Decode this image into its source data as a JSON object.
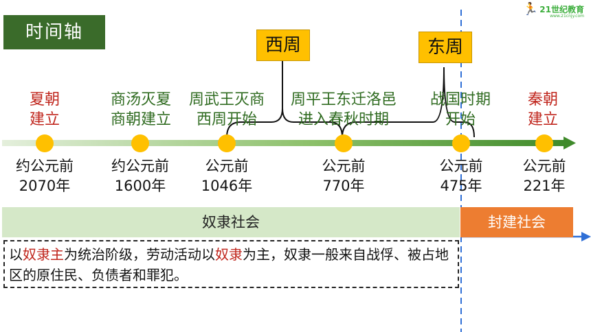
{
  "title": "时间轴",
  "logo": {
    "text": "21世纪教育",
    "url": "www.21cnjy.com"
  },
  "periods": {
    "western_zhou": "西周",
    "eastern_zhou": "东周"
  },
  "events": [
    {
      "line1": "夏朝",
      "line2": "建立",
      "date1": "约公元前",
      "date2": "2070年",
      "color": "#c0261d"
    },
    {
      "line1": "商汤灭夏",
      "line2": "商朝建立",
      "date1": "约公元前",
      "date2": "1600年",
      "color": "#2f6b20"
    },
    {
      "line1": "周武王灭商",
      "line2": "西周开始",
      "date1": "公元前",
      "date2": "1046年",
      "color": "#2f6b20"
    },
    {
      "line1": "周平王东迁洛邑",
      "line2": "进入春秋时期",
      "date1": "公元前",
      "date2": "770年",
      "color": "#2f6b20"
    },
    {
      "line1": "战国时期",
      "line2": "开始",
      "date1": "公元前",
      "date2": "475年",
      "color": "#2f6b20"
    },
    {
      "line1": "秦朝",
      "line2": "建立",
      "date1": "公元前",
      "date2": "221年",
      "color": "#c0261d"
    }
  ],
  "societies": {
    "slave": "奴隶社会",
    "feudal": "封建社会"
  },
  "note": {
    "p1": "以",
    "hl1": "奴隶主",
    "p2": "为统治阶级，劳动活动以",
    "hl2": "奴隶",
    "p3": "为主，奴隶一般来自战俘、被占地区的原住民、负债者和罪犯。"
  },
  "colors": {
    "dark_green": "#3a6b2a",
    "gold": "#ffc000",
    "orange": "#ed7d31",
    "light_green": "#d5e8c8",
    "red": "#c0261d",
    "blue_dash": "#2f6fd6"
  }
}
